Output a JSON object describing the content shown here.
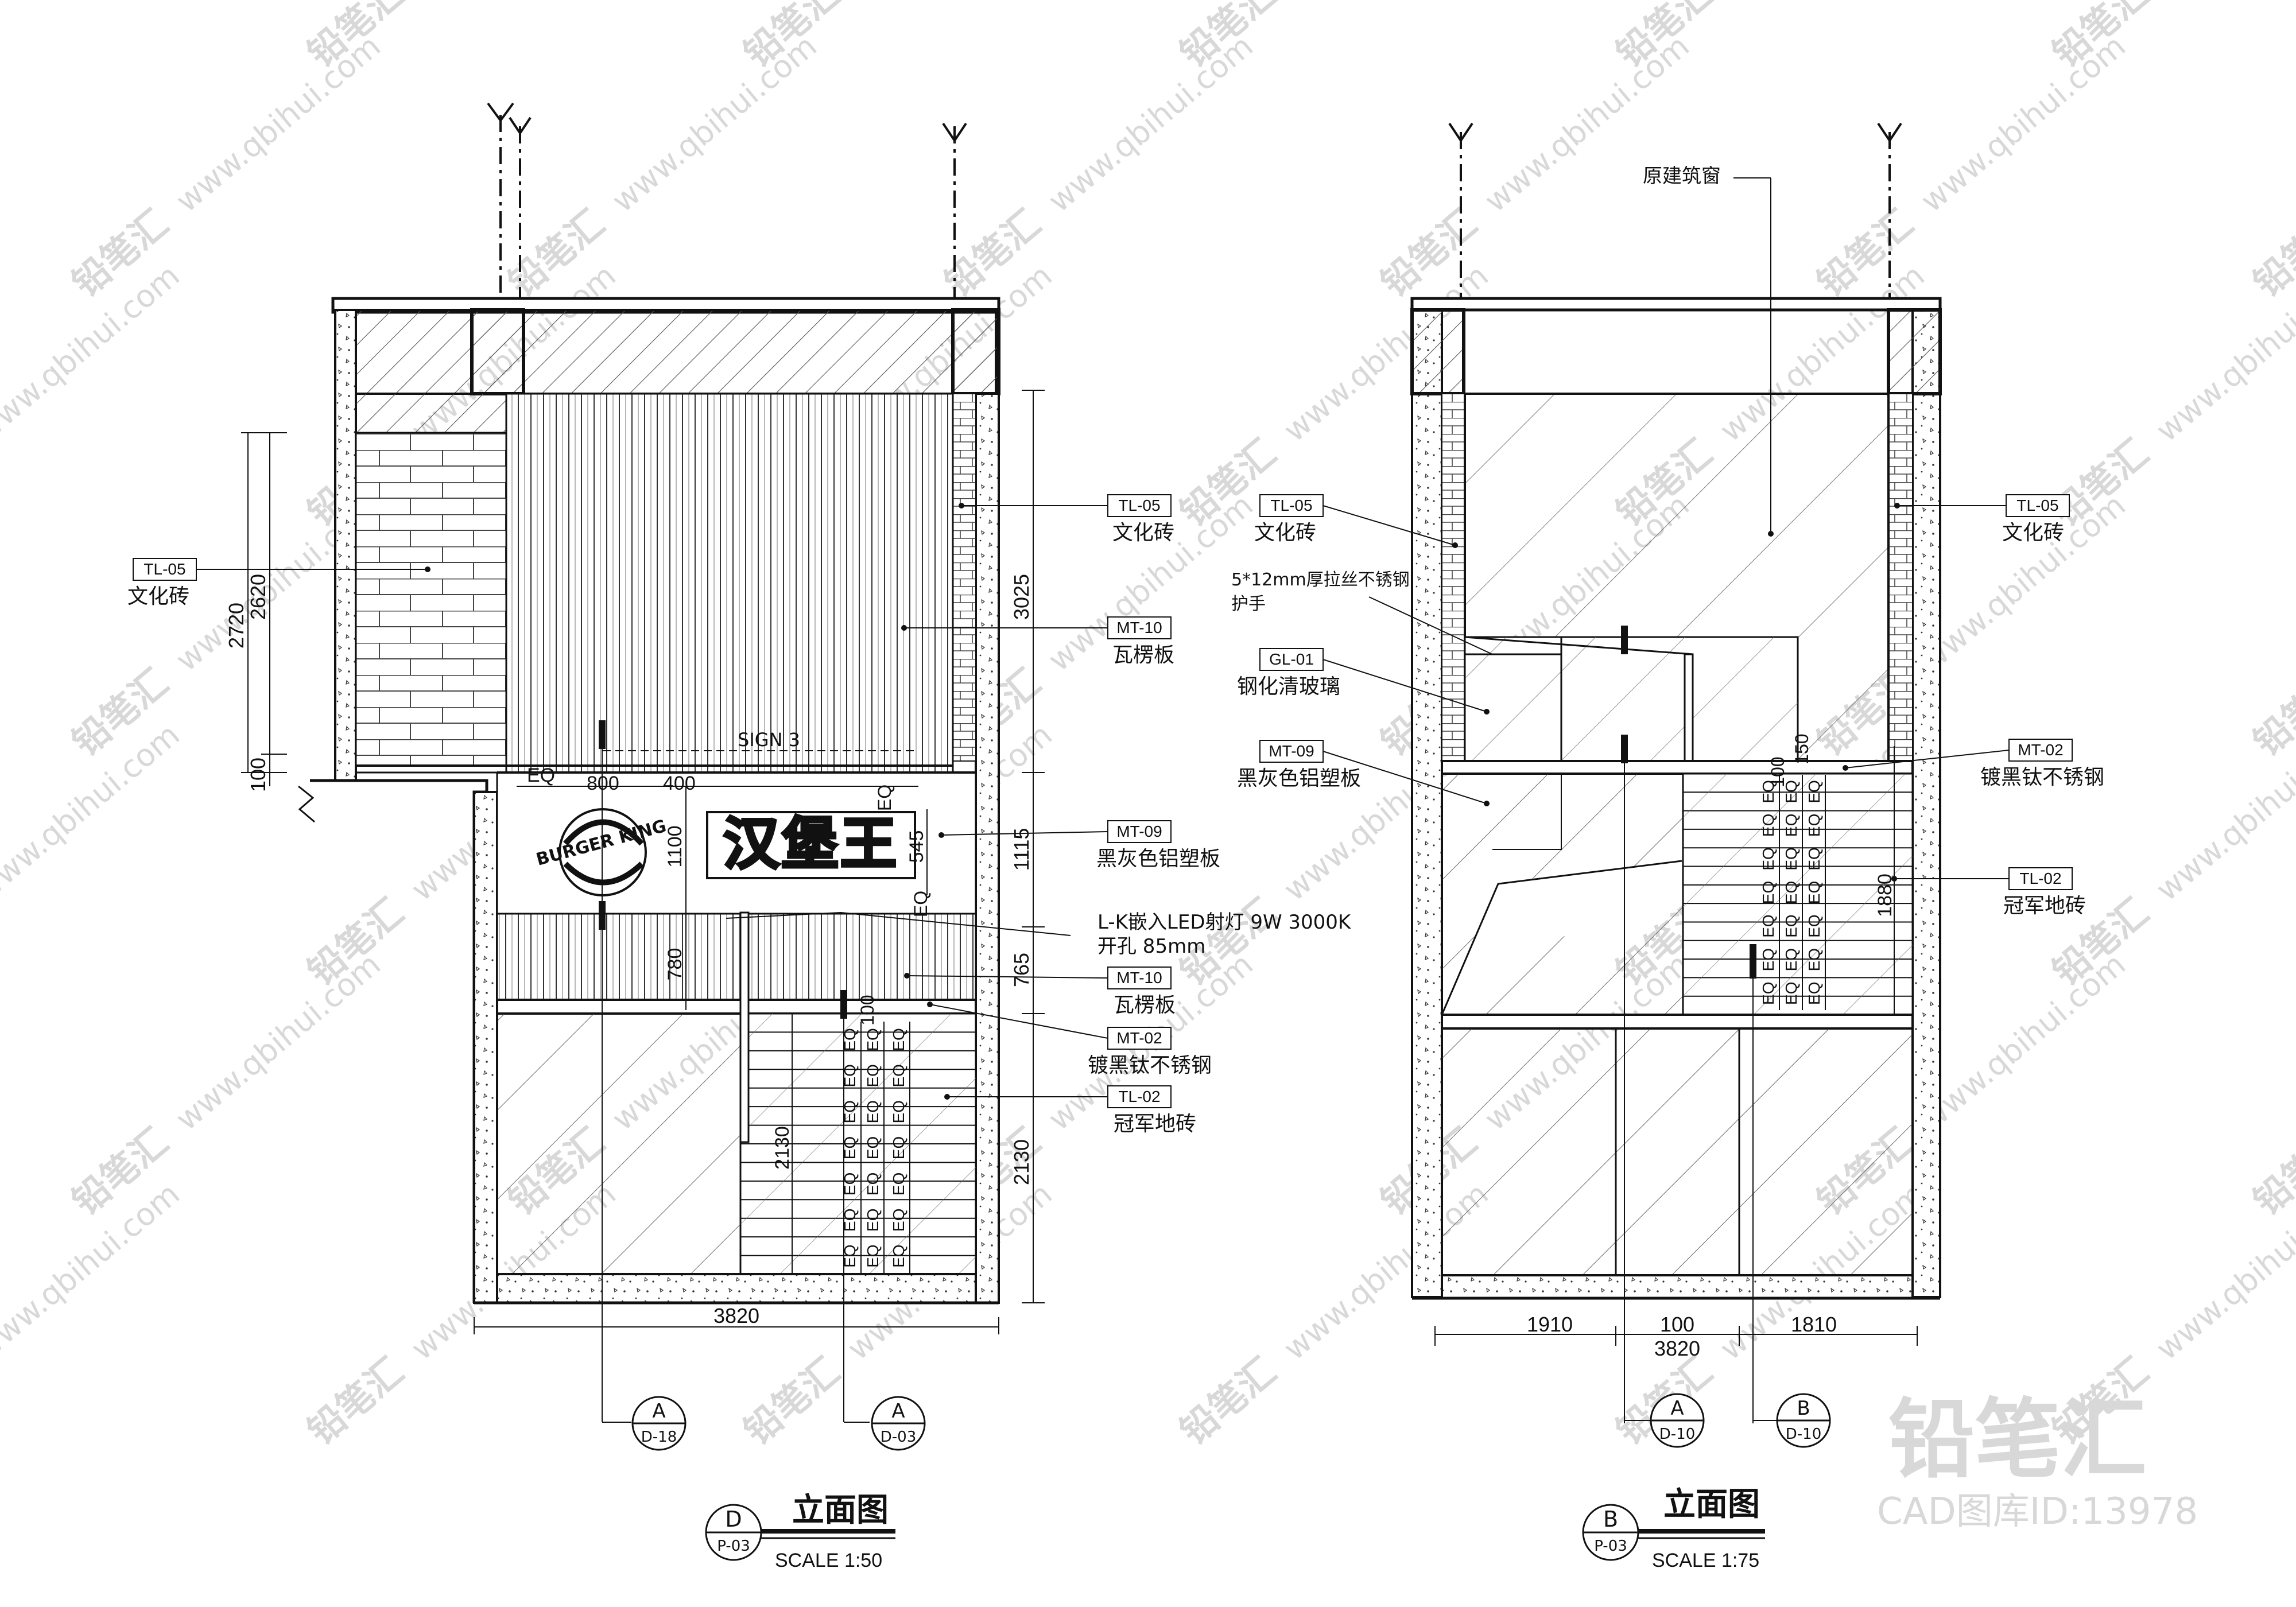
{
  "elevation_d": {
    "sign_label": "SIGN 3",
    "brand_sign": "汉堡王",
    "logo_text": "BURGER KING",
    "dims_left": [
      "2720",
      "2620",
      "100"
    ],
    "dims_right": [
      "3025",
      "1115",
      "765",
      "2130"
    ],
    "dims_mid": [
      "1100",
      "780",
      "545",
      "2130",
      "100"
    ],
    "dims_top": [
      "EQ",
      "800",
      "400",
      "EQ",
      "EQ"
    ],
    "eq": "EQ",
    "total_width": "3820",
    "tags": [
      {
        "code": "TL-05",
        "text": "文化砖"
      },
      {
        "code": "TL-05",
        "text": "文化砖"
      },
      {
        "code": "MT-10",
        "text": "瓦楞板"
      },
      {
        "code": "MT-09",
        "text": "黑灰色铝塑板"
      },
      {
        "code": "MT-10",
        "text": "瓦楞板"
      },
      {
        "code": "MT-02",
        "text": "镀黑钛不锈钢"
      },
      {
        "code": "TL-02",
        "text": "冠军地砖"
      }
    ],
    "led_note_1": "L-K嵌入LED射灯 9W 3000K",
    "led_note_2": "开孔 85mm",
    "sections": [
      {
        "letter": "A",
        "sheet": "D-18"
      },
      {
        "letter": "A",
        "sheet": "D-03"
      }
    ],
    "title": "立面图",
    "marker_letter": "D",
    "marker_sheet": "P-03",
    "scale": "SCALE 1:50"
  },
  "elevation_b": {
    "window_note": "原建筑窗",
    "handrail_note_1": "5*12mm厚拉丝不锈钢",
    "handrail_note_2": "护手",
    "tags": [
      {
        "code": "TL-05",
        "text": "文化砖"
      },
      {
        "code": "TL-05",
        "text": "文化砖"
      },
      {
        "code": "GL-01",
        "text": "钢化清玻璃"
      },
      {
        "code": "MT-09",
        "text": "黑灰色铝塑板"
      },
      {
        "code": "MT-02",
        "text": "镀黑钛不锈钢"
      },
      {
        "code": "TL-02",
        "text": "冠军地砖"
      }
    ],
    "dims_right": [
      "1880",
      "100",
      "150"
    ],
    "dims_bottom": [
      "1910",
      "100",
      "1810"
    ],
    "total_width": "3820",
    "eq": "EQ",
    "sections": [
      {
        "letter": "A",
        "sheet": "D-10"
      },
      {
        "letter": "B",
        "sheet": "D-10"
      }
    ],
    "title": "立面图",
    "marker_letter": "B",
    "marker_sheet": "P-03",
    "scale": "SCALE 1:75"
  },
  "watermark": {
    "brand": "铅笔汇",
    "url": "www.qbihui.com",
    "cad_id": "CAD图库ID:13978"
  }
}
